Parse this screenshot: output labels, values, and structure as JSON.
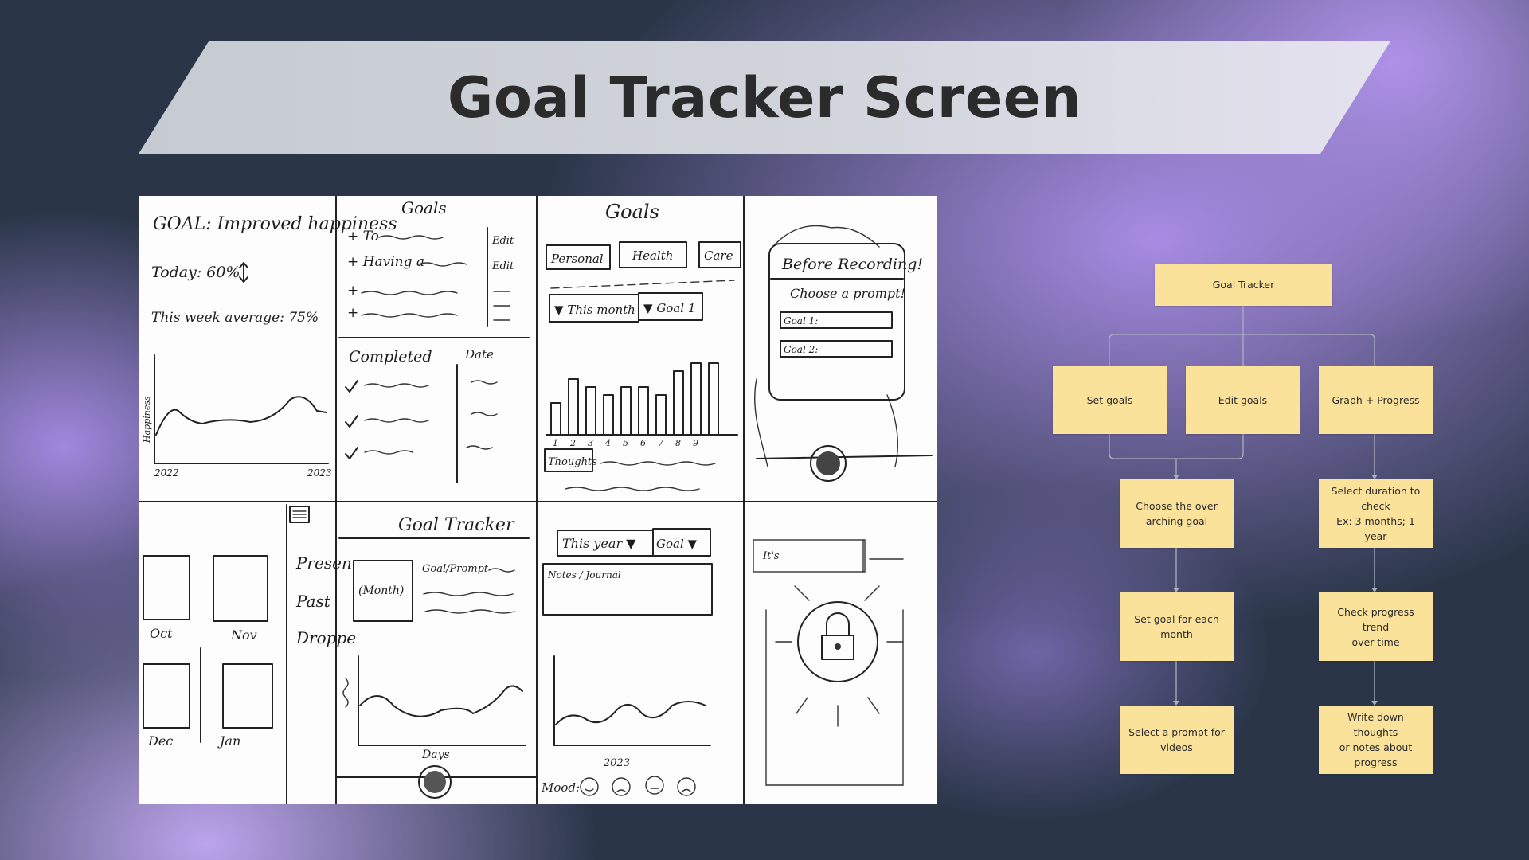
{
  "title": "Goal Tracker Screen",
  "sketches": {
    "s1": {
      "goal": "GOAL: Improved happiness",
      "today": "Today: 60%",
      "week": "This week average: 75%",
      "ylabel": "Happiness",
      "x_start": "2022",
      "x_end": "2023"
    },
    "s2": {
      "title": "Goals",
      "items": [
        "To",
        "Having a"
      ],
      "edit": "Edit",
      "completed": "Completed",
      "date": "Date"
    },
    "s3": {
      "title": "Goals",
      "tabs": [
        "Personal",
        "Health",
        "Care"
      ],
      "month_select": "This month",
      "goal_select": "Goal 1",
      "bars": [
        4,
        7,
        6,
        5,
        6,
        6,
        5,
        8,
        9,
        9
      ],
      "ticks": [
        "1",
        "2",
        "3",
        "4",
        "5",
        "6",
        "7",
        "8",
        "9"
      ],
      "thoughts": "Thoughts"
    },
    "s4": {
      "title": "Before Recording!",
      "prompt": "Choose a prompt!",
      "goal1": "Goal 1:",
      "goal2": "Goal 2:"
    },
    "s5": {
      "months": [
        "Oct",
        "Nov",
        "Dec",
        "Jan"
      ],
      "menu": [
        "Presen",
        "Past",
        "Droppe"
      ]
    },
    "s6": {
      "title": "Goal Tracker",
      "month": "(Month)",
      "goal_prompt": "Goal/Prompt",
      "days": "Days"
    },
    "s7": {
      "year_select": "This year",
      "goal_select": "Goal",
      "notes": "Notes / Journal",
      "year": "2023",
      "mood": "Mood:"
    },
    "s8": {
      "label": "It's"
    }
  },
  "flowchart": {
    "root": "Goal Tracker",
    "level1": [
      "Set goals",
      "Edit goals",
      "Graph + Progress"
    ],
    "left_chain": [
      "Choose the over\narching goal",
      "Set goal for each\nmonth",
      "Select a prompt for\nvideos"
    ],
    "right_chain": [
      "Select duration to\ncheck\nEx: 3 months; 1 year",
      "Check progress trend\nover time",
      "Write down thoughts\nor notes about\nprogress"
    ]
  },
  "colors": {
    "sticky_note": "#fbe29a",
    "banner": "#d0d3da",
    "background_dark": "#2a3648",
    "background_purple": "#a88ce6"
  }
}
